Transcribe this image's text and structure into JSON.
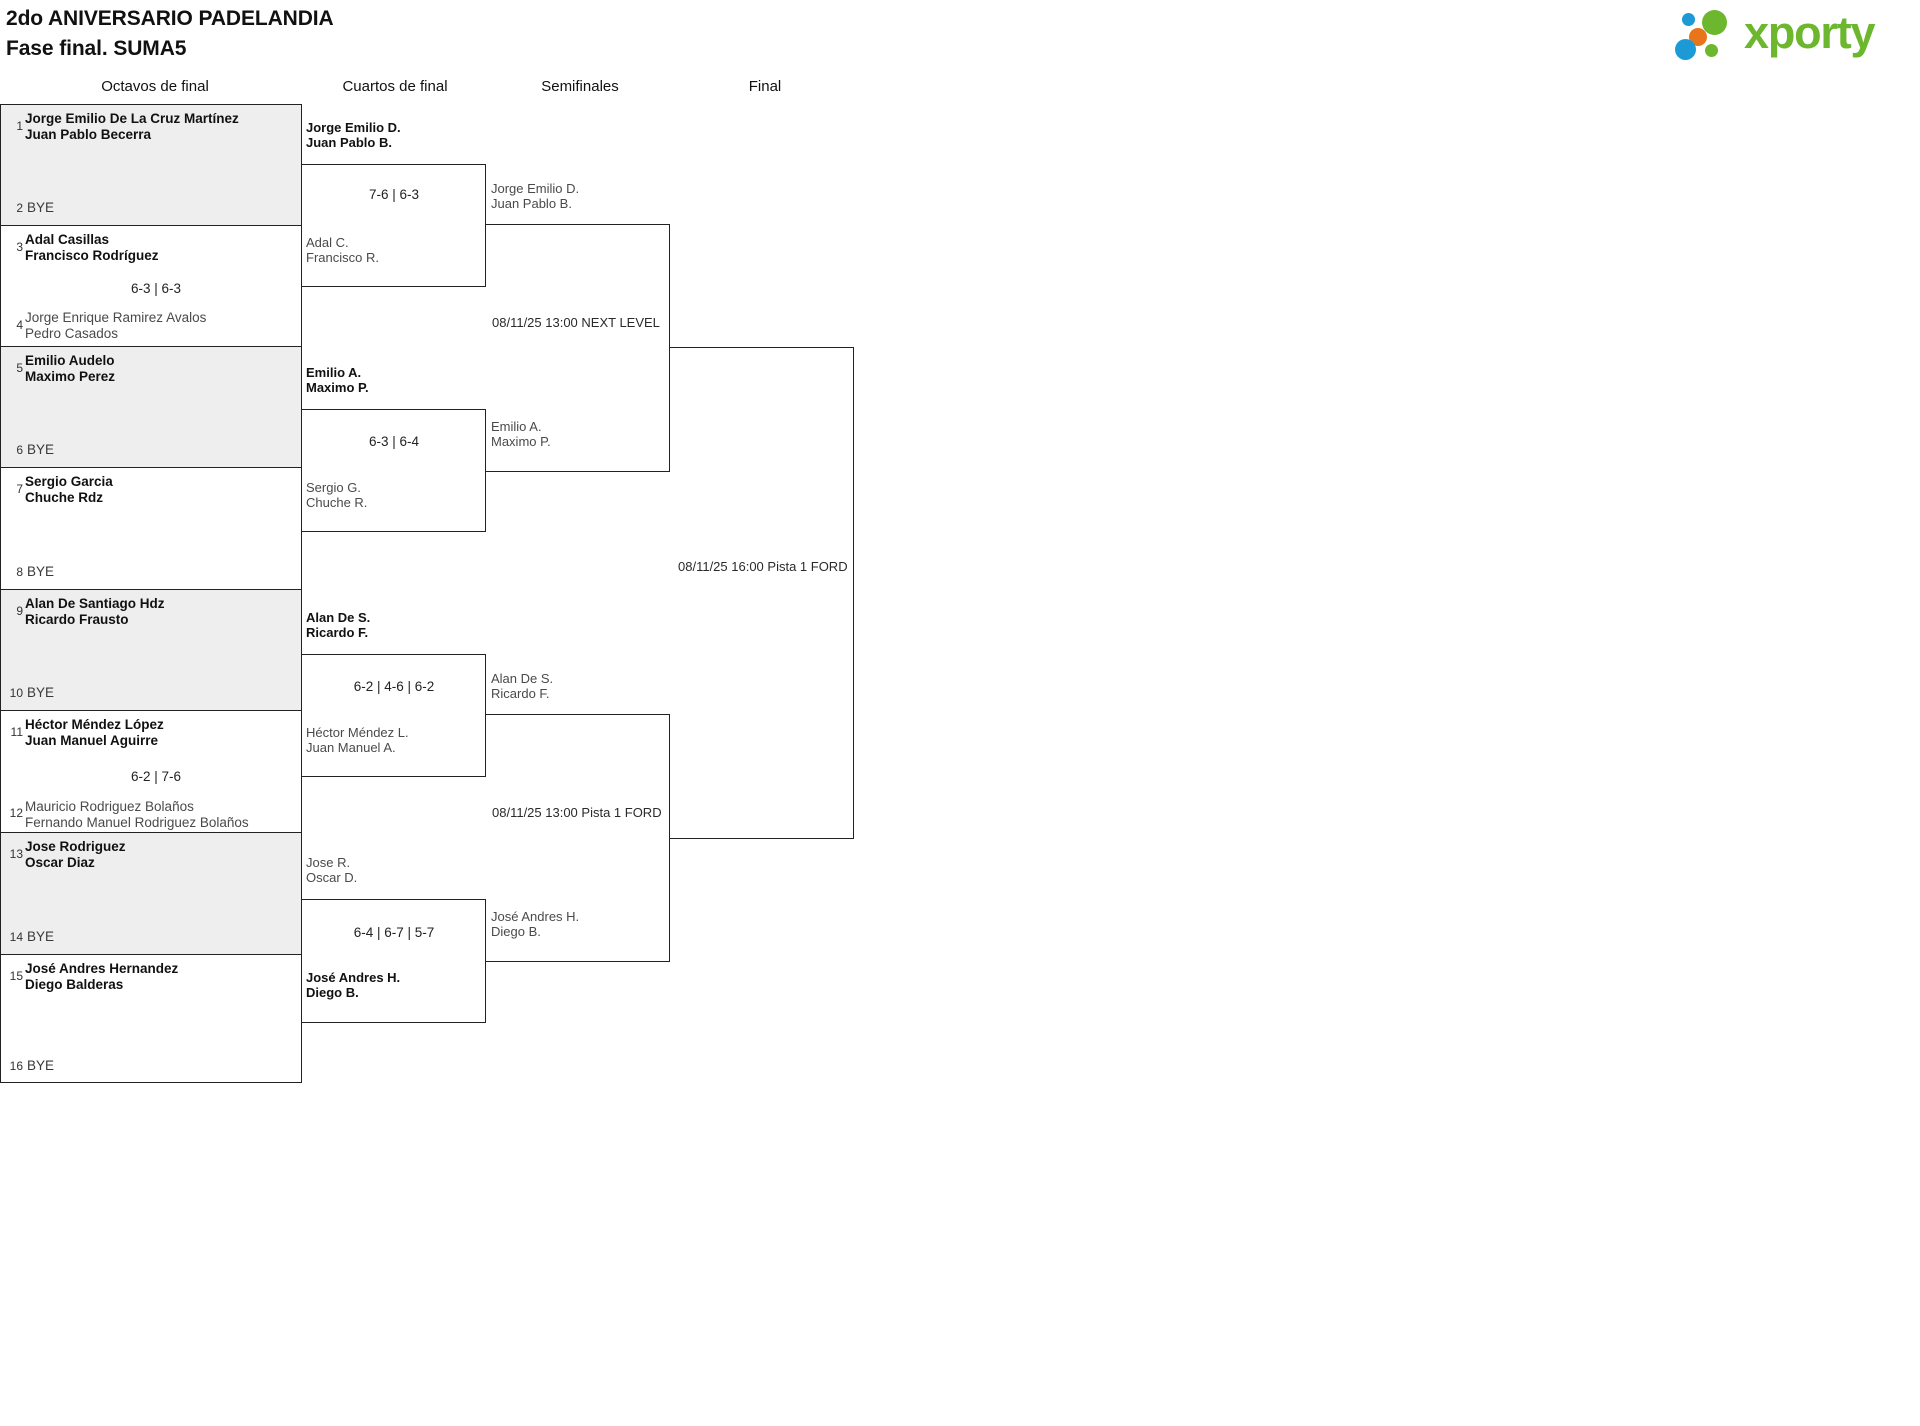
{
  "header": {
    "title_line1": "2do ANIVERSARIO PADELANDIA",
    "title_line2": "Fase final. SUMA5",
    "logo_text": "xporty",
    "logo_colors": {
      "green": "#6cb72d",
      "orange": "#e8751a",
      "blue": "#1b9ad6"
    }
  },
  "rounds": [
    {
      "label": "Octavos de final"
    },
    {
      "label": "Cuartos de final"
    },
    {
      "label": "Semifinales"
    },
    {
      "label": "Final"
    }
  ],
  "bye_label": "BYE",
  "round1": {
    "matches": [
      {
        "seed_top": "1",
        "seed_bottom": "2",
        "top": {
          "line1": "Jorge Emilio De La Cruz Martínez",
          "line2": "Juan Pablo Becerra",
          "winner": true
        },
        "bottom": {
          "bye": true
        },
        "score": ""
      },
      {
        "seed_top": "3",
        "seed_bottom": "4",
        "top": {
          "line1": "Adal Casillas",
          "line2": "Francisco Rodríguez",
          "winner": true
        },
        "bottom": {
          "line1": "Jorge Enrique Ramirez Avalos",
          "line2": "Pedro Casados",
          "winner": false
        },
        "score": "6-3 | 6-3"
      },
      {
        "seed_top": "5",
        "seed_bottom": "6",
        "top": {
          "line1": "Emilio Audelo",
          "line2": "Maximo Perez",
          "winner": true
        },
        "bottom": {
          "bye": true
        },
        "score": ""
      },
      {
        "seed_top": "7",
        "seed_bottom": "8",
        "top": {
          "line1": "Sergio Garcia",
          "line2": "Chuche Rdz",
          "winner": true
        },
        "bottom": {
          "bye": true
        },
        "score": ""
      },
      {
        "seed_top": "9",
        "seed_bottom": "10",
        "top": {
          "line1": "Alan De Santiago Hdz",
          "line2": "Ricardo Frausto",
          "winner": true
        },
        "bottom": {
          "bye": true
        },
        "score": ""
      },
      {
        "seed_top": "11",
        "seed_bottom": "12",
        "top": {
          "line1": "Héctor Méndez López",
          "line2": "Juan Manuel Aguirre",
          "winner": true
        },
        "bottom": {
          "line1": "Mauricio Rodriguez Bolaños",
          "line2": "Fernando Manuel Rodriguez Bolaños",
          "winner": false
        },
        "score": "6-2 | 7-6"
      },
      {
        "seed_top": "13",
        "seed_bottom": "14",
        "top": {
          "line1": "Jose Rodriguez",
          "line2": "Oscar Diaz",
          "winner": true
        },
        "bottom": {
          "bye": true
        },
        "score": ""
      },
      {
        "seed_top": "15",
        "seed_bottom": "16",
        "top": {
          "line1": "José Andres Hernandez",
          "line2": "Diego Balderas",
          "winner": true
        },
        "bottom": {
          "bye": true
        },
        "score": ""
      }
    ]
  },
  "round2": {
    "matches": [
      {
        "top": {
          "line1": "Jorge Emilio D.",
          "line2": "Juan Pablo B.",
          "winner": true
        },
        "bottom": {
          "line1": "Adal C.",
          "line2": "Francisco R.",
          "winner": false
        },
        "score": "7-6 | 6-3"
      },
      {
        "top": {
          "line1": "Emilio A.",
          "line2": "Maximo P.",
          "winner": true
        },
        "bottom": {
          "line1": "Sergio G.",
          "line2": "Chuche R.",
          "winner": false
        },
        "score": "6-3 | 6-4"
      },
      {
        "top": {
          "line1": "Alan De S.",
          "line2": "Ricardo F.",
          "winner": true
        },
        "bottom": {
          "line1": "Héctor Méndez L.",
          "line2": "Juan Manuel A.",
          "winner": false
        },
        "score": "6-2 | 4-6 | 6-2"
      },
      {
        "top": {
          "line1": "Jose R.",
          "line2": "Oscar D.",
          "winner": false
        },
        "bottom": {
          "line1": "José Andres H.",
          "line2": "Diego B.",
          "winner": true
        },
        "score": "6-4 | 6-7 | 5-7"
      }
    ]
  },
  "round3": {
    "matches": [
      {
        "top": {
          "line1": "Jorge Emilio D.",
          "line2": "Juan Pablo B.",
          "winner": false
        },
        "bottom": {
          "line1": "Emilio A.",
          "line2": "Maximo P.",
          "winner": false
        },
        "schedule": "08/11/25 13:00 NEXT LEVEL"
      },
      {
        "top": {
          "line1": "Alan De S.",
          "line2": "Ricardo F.",
          "winner": false
        },
        "bottom": {
          "line1": "José Andres H.",
          "line2": "Diego B.",
          "winner": false
        },
        "schedule": "08/11/25 13:00 Pista 1 FORD"
      }
    ]
  },
  "round4": {
    "matches": [
      {
        "schedule": "08/11/25 16:00 Pista 1 FORD"
      }
    ]
  }
}
